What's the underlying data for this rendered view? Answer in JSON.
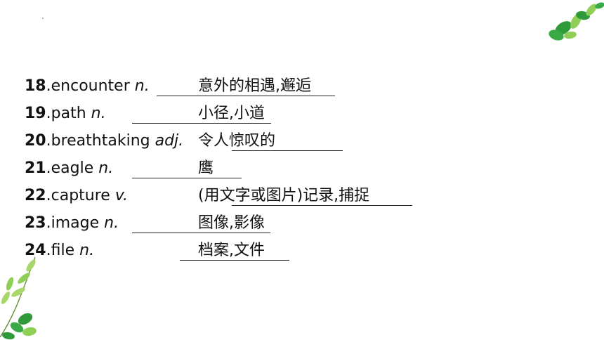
{
  "vocabulary": [
    {
      "number": "18",
      "word": ".encounter ",
      "pos": "n.",
      "answer": "意外的相遇,邂逅"
    },
    {
      "number": "19",
      "word": ".path ",
      "pos": "n.",
      "answer": "小径,小道"
    },
    {
      "number": "20",
      "word": ".breathtaking ",
      "pos": "adj.",
      "answer": "令人惊叹的"
    },
    {
      "number": "21",
      "word": ".eagle ",
      "pos": "n.",
      "answer": "鹰"
    },
    {
      "number": "22",
      "word": ".capture ",
      "pos": "v.",
      "answer": "(用文字或图片)记录,捕捉"
    },
    {
      "number": "23",
      "word": ".image ",
      "pos": "n.",
      "answer": "图像,影像"
    },
    {
      "number": "24",
      "word": ".file ",
      "pos": "n.",
      "answer": "档案,文件"
    }
  ],
  "colors": {
    "leaf_dark": "#2e9a3a",
    "leaf_light": "#8fcf57",
    "text": "#111111"
  }
}
